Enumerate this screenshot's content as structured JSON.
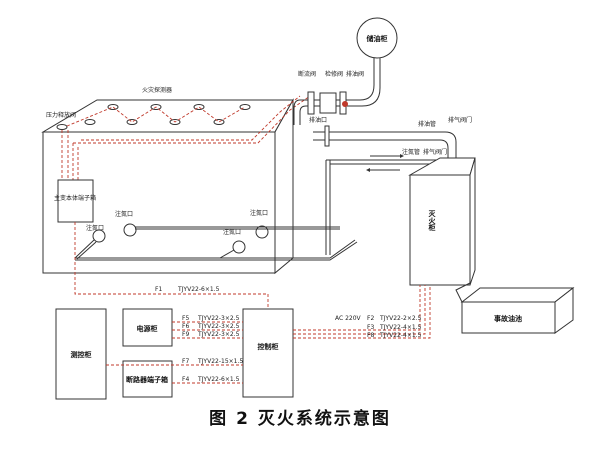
{
  "caption": "图 2 灭火系统示意图",
  "labels": {
    "oil_conservator": "储油柜",
    "fire_detector": "火灾探测器",
    "pressure_relief_valve": "压力释放阀",
    "transformer_terminal_box": "主变本体端子箱",
    "nitrogen_inlet": "注氮口",
    "flow_cutoff_valve": "断流阀",
    "maintenance_valve": "检修阀",
    "oil_drain_valve": "排油阀",
    "drain_port": "排油口",
    "drain_pipe": "排油管",
    "exhaust_valve": "排气阀门",
    "nitrogen_pipe": "注氮管",
    "fire_cabinet": "灭火柜",
    "accident_oil_pool": "事故油池",
    "control_cabinet": "控制柜",
    "power_cabinet": "电源柜",
    "measurement_cabinet": "测控柜",
    "breaker_terminal_box": "断路器端子箱",
    "ac_supply": "AC 220V"
  },
  "cables": [
    {
      "id": "F1",
      "spec": "TJYV22-6×1.5"
    },
    {
      "id": "F5",
      "spec": "TJYV22-3×2.5"
    },
    {
      "id": "F6",
      "spec": "TJYV22-3×2.5"
    },
    {
      "id": "F9",
      "spec": "TJYV22-3×2.5"
    },
    {
      "id": "F7",
      "spec": "TJYV22-15×1.5"
    },
    {
      "id": "F4",
      "spec": "TJYV22-6×1.5"
    },
    {
      "id": "F2",
      "spec": "TJYV22-2×2.5"
    },
    {
      "id": "F3",
      "spec": "TJYV22-4×1.5"
    },
    {
      "id": "F8",
      "spec": "TJYV22-4×1.5"
    }
  ]
}
